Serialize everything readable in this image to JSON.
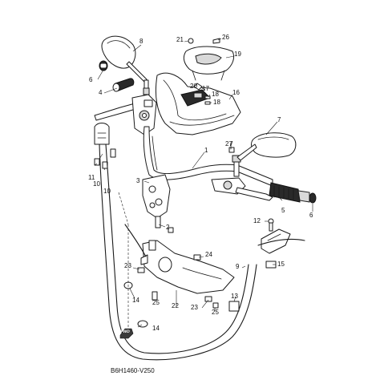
{
  "diagram": {
    "code": "B6H1460-V250",
    "fwd_label": "FWD",
    "callouts": [
      {
        "id": "c1",
        "label": "1"
      },
      {
        "id": "c2",
        "label": "2"
      },
      {
        "id": "c3",
        "label": "3"
      },
      {
        "id": "c4",
        "label": "4"
      },
      {
        "id": "c5",
        "label": "5"
      },
      {
        "id": "c6a",
        "label": "6"
      },
      {
        "id": "c6b",
        "label": "6"
      },
      {
        "id": "c7",
        "label": "7"
      },
      {
        "id": "c8",
        "label": "8"
      },
      {
        "id": "c9",
        "label": "9"
      },
      {
        "id": "c10a",
        "label": "10"
      },
      {
        "id": "c10b",
        "label": "10"
      },
      {
        "id": "c11",
        "label": "11"
      },
      {
        "id": "c12",
        "label": "12"
      },
      {
        "id": "c13",
        "label": "13"
      },
      {
        "id": "c14a",
        "label": "14"
      },
      {
        "id": "c14b",
        "label": "14"
      },
      {
        "id": "c15",
        "label": "15"
      },
      {
        "id": "c16",
        "label": "16"
      },
      {
        "id": "c17",
        "label": "17"
      },
      {
        "id": "c18a",
        "label": "18"
      },
      {
        "id": "c18b",
        "label": "18"
      },
      {
        "id": "c19",
        "label": "19"
      },
      {
        "id": "c20",
        "label": "20"
      },
      {
        "id": "c21",
        "label": "21"
      },
      {
        "id": "c22",
        "label": "22"
      },
      {
        "id": "c23a",
        "label": "23"
      },
      {
        "id": "c23b",
        "label": "23"
      },
      {
        "id": "c24",
        "label": "24"
      },
      {
        "id": "c25a",
        "label": "25"
      },
      {
        "id": "c25b",
        "label": "25"
      },
      {
        "id": "c26",
        "label": "26"
      },
      {
        "id": "c27",
        "label": "27"
      }
    ]
  }
}
